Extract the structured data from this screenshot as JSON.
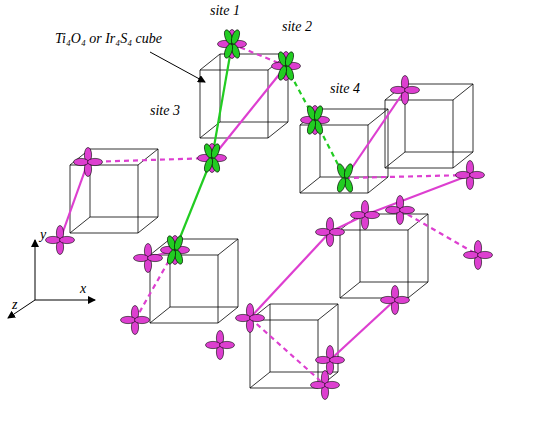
{
  "diagram": {
    "labels": [
      "site 1",
      "site 2",
      "site 3",
      "site 4",
      "Ti₄O₄ or Ir₄S₄ cube",
      "y",
      "x",
      "z"
    ]
  }
}
